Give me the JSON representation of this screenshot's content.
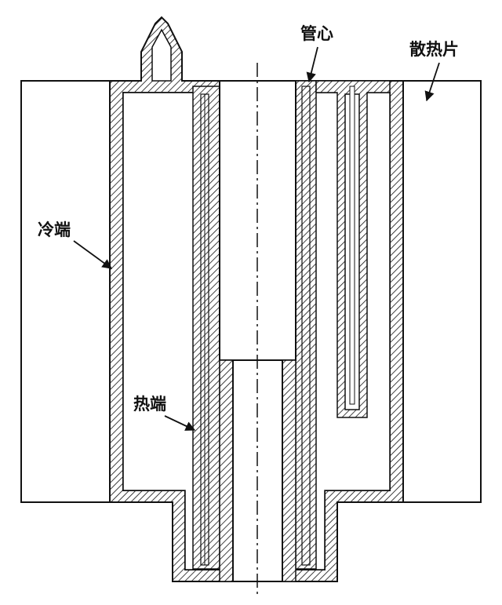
{
  "labels": {
    "tube_core": "管心",
    "heat_sink": "散热片",
    "cold_end": "冷端",
    "hot_end": "热端"
  },
  "colors": {
    "line": "#111111",
    "fill": "#ffffff"
  }
}
